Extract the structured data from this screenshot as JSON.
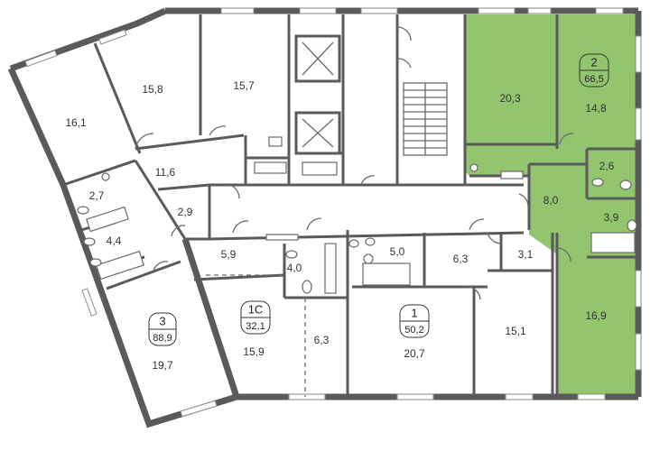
{
  "colors": {
    "highlight": "#8cc266",
    "wall": "#5a5a5a",
    "background": "#ffffff"
  },
  "apartments": [
    {
      "id": "3",
      "number": "3",
      "total_area": "88,9"
    },
    {
      "id": "1c",
      "number": "1С",
      "total_area": "32,1"
    },
    {
      "id": "1",
      "number": "1",
      "total_area": "50,2"
    },
    {
      "id": "2",
      "number": "2",
      "total_area": "66,5",
      "highlighted": true
    }
  ],
  "rooms": [
    {
      "id": "r16-1",
      "label": "16,1"
    },
    {
      "id": "r15-8",
      "label": "15,8"
    },
    {
      "id": "r15-7",
      "label": "15,7"
    },
    {
      "id": "r11-6",
      "label": "11,6"
    },
    {
      "id": "r2-7",
      "label": "2,7"
    },
    {
      "id": "r2-9",
      "label": "2,9"
    },
    {
      "id": "r4-4",
      "label": "4,4"
    },
    {
      "id": "r19-7",
      "label": "19,7"
    },
    {
      "id": "r5-9",
      "label": "5,9"
    },
    {
      "id": "r4-0",
      "label": "4,0"
    },
    {
      "id": "r15-9",
      "label": "15,9"
    },
    {
      "id": "r6-3a",
      "label": "6,3"
    },
    {
      "id": "r5-0",
      "label": "5,0"
    },
    {
      "id": "r6-3b",
      "label": "6,3"
    },
    {
      "id": "r3-1",
      "label": "3,1"
    },
    {
      "id": "r20-7",
      "label": "20,7"
    },
    {
      "id": "r15-1",
      "label": "15,1"
    },
    {
      "id": "r20-3",
      "label": "20,3"
    },
    {
      "id": "r14-8",
      "label": "14,8"
    },
    {
      "id": "r2-6",
      "label": "2,6"
    },
    {
      "id": "r8-0",
      "label": "8,0"
    },
    {
      "id": "r3-9",
      "label": "3,9"
    },
    {
      "id": "r16-9",
      "label": "16,9"
    }
  ]
}
